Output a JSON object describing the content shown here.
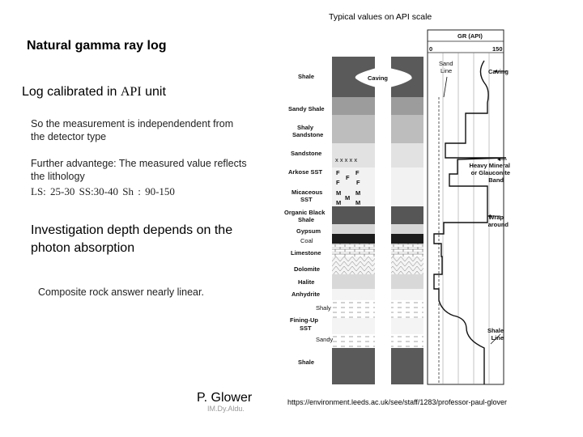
{
  "slide": {
    "title": "Natural gamma ray log",
    "calibration_prefix": "Log calibrated in ",
    "calibration_api": "API",
    "calibration_suffix": " unit",
    "note_detector": "So the measurement is independendent from the detector type",
    "note_advantage": "Further advantege: The measured value reflects the lithology",
    "note_values": "LS: 25-30   SS:30-40   Sh : 90-150",
    "investigation_depth": "Investigation depth  depends on the photon absorption",
    "composite": "Composite rock answer nearly linear.",
    "author": "P. Glower",
    "author_sub": "IM.Dy.Aldu.",
    "url": "https://environment.leeds.ac.uk/see/staff/1283/professor-paul-glover",
    "diagram_caption": "Typical values on API scale"
  },
  "diagram": {
    "track_header": "GR (API)",
    "scale_min": "0",
    "scale_max": "150",
    "lithologies": [
      "Shale",
      "Sandy Shale",
      "Shaly",
      "Sandstone",
      "Sandstone",
      "Arkose SST",
      "Micaceous",
      "SST",
      "Organic Black",
      "Shale",
      "Gypsum",
      "Coal",
      "Limestone",
      "Dolomite",
      "Halite",
      "Anhydrite",
      "Shaly",
      "Fining-Up",
      "SST",
      "Sandy",
      "Shale"
    ],
    "annotations": {
      "caving_left": "Caving",
      "sand_line_1": "Sand",
      "sand_line_2": "Line",
      "caving_right": "Caving",
      "heavy_mineral_1": "Heavy Mineral",
      "heavy_mineral_2": "or Glauconite",
      "heavy_mineral_3": "Band",
      "wrap_1": "Wrap",
      "wrap_2": "around",
      "shale_line_1": "Shale",
      "shale_line_2": "Line"
    },
    "arkose_letters": [
      "F",
      "F",
      "F",
      "F",
      "F"
    ],
    "micaceous_letters": [
      "M",
      "M",
      "M",
      "M",
      "M"
    ],
    "sandstone_marks": "x x x x x"
  }
}
